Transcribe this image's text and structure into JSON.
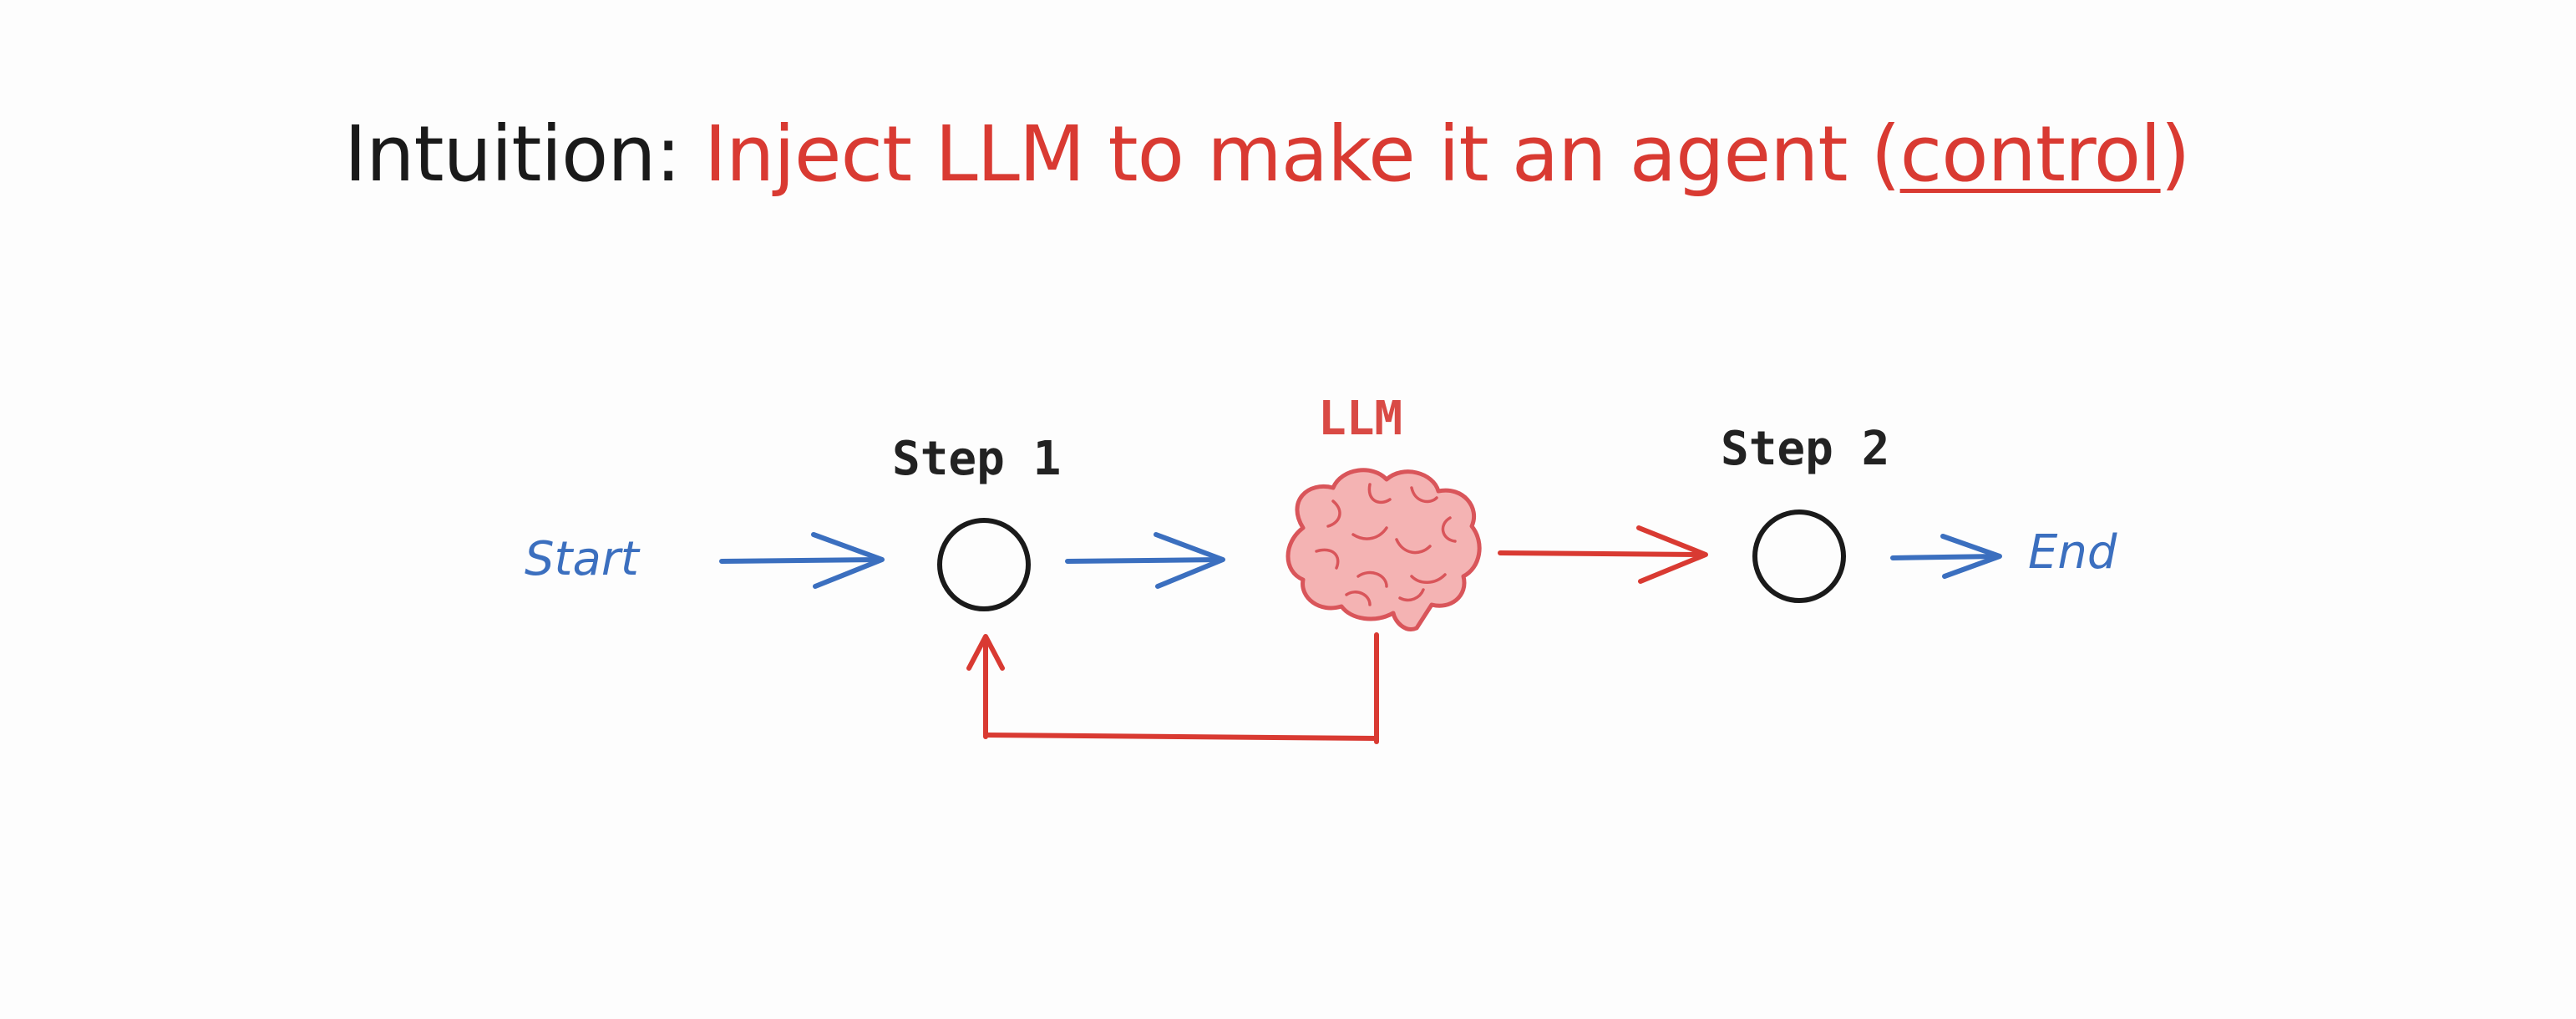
{
  "title": {
    "prefix": "Intuition: ",
    "accent_main": "Inject LLM to make it an agent (",
    "accent_underlined": "control",
    "accent_close": ")"
  },
  "diagram": {
    "start_label": "Start",
    "step1_label": "Step 1",
    "llm_label": "LLM",
    "step2_label": "Step 2",
    "end_label": "End",
    "brain_icon": "brain-icon"
  },
  "colors": {
    "blue": "#3b6fbf",
    "red": "#d93a32",
    "brain_fill": "#f4b3b3",
    "brain_stroke": "#d9555a",
    "ink": "#1a1a1a"
  }
}
